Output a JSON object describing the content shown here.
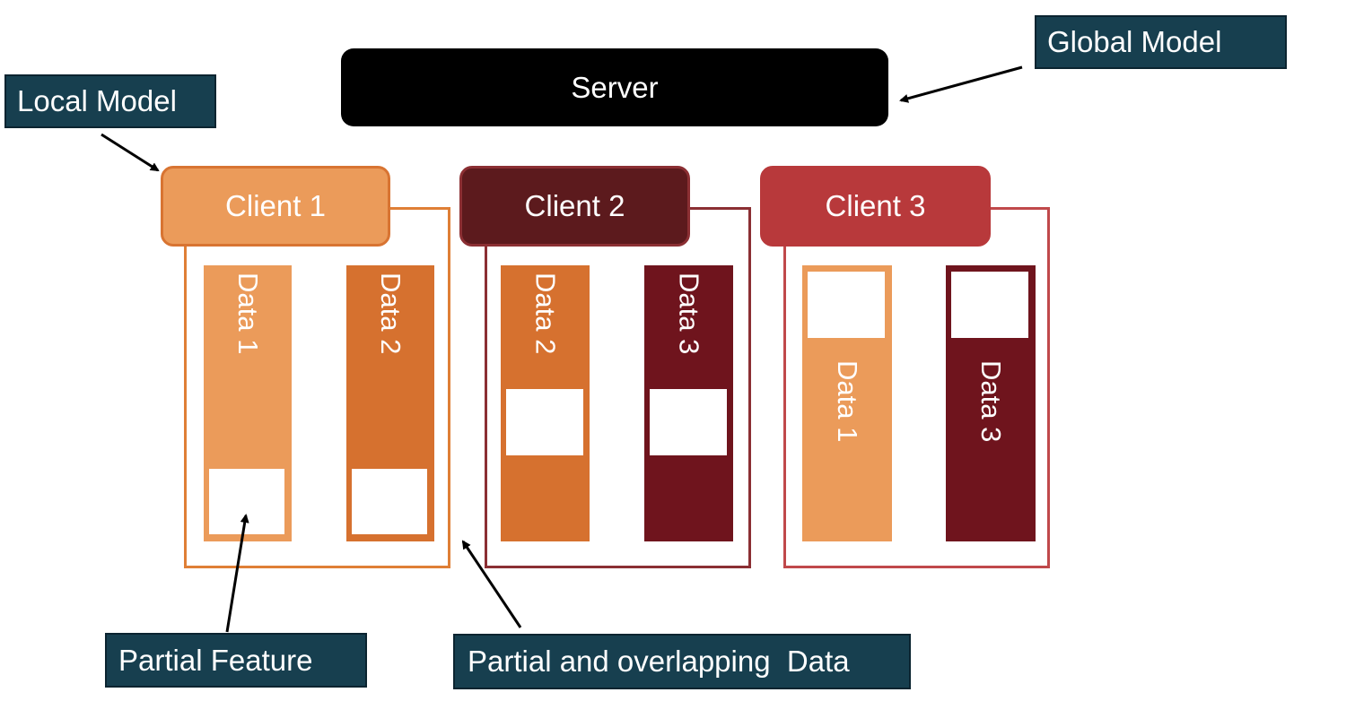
{
  "server": {
    "label": "Server"
  },
  "labels": {
    "global_model": "Global Model",
    "local_model": "Local Model",
    "partial_feature": "Partial Feature",
    "partial_overlapping_data": "Partial and overlapping  Data"
  },
  "clients": [
    {
      "title": "Client 1",
      "title_color": "#eb9b5a",
      "title_border": "#d87432",
      "frame_color": "#df7f36",
      "columns": [
        {
          "label": "Data 1",
          "color": "#eb9b5a"
        },
        {
          "label": "Data 2",
          "color": "#d6712f"
        }
      ]
    },
    {
      "title": "Client 2",
      "title_color": "#5c1a1d",
      "title_border": "#8b2f33",
      "frame_color": "#8b2f33",
      "columns": [
        {
          "label": "Data 2",
          "color": "#d6712f"
        },
        {
          "label": "Data 3",
          "color": "#6f141d"
        }
      ]
    },
    {
      "title": "Client 3",
      "title_color": "#b8393b",
      "title_border": "#b8393b",
      "frame_color": "#c0494b",
      "columns": [
        {
          "label": "Data 1",
          "color": "#eb9b5a"
        },
        {
          "label": "Data 3",
          "color": "#6f141d"
        }
      ]
    }
  ]
}
